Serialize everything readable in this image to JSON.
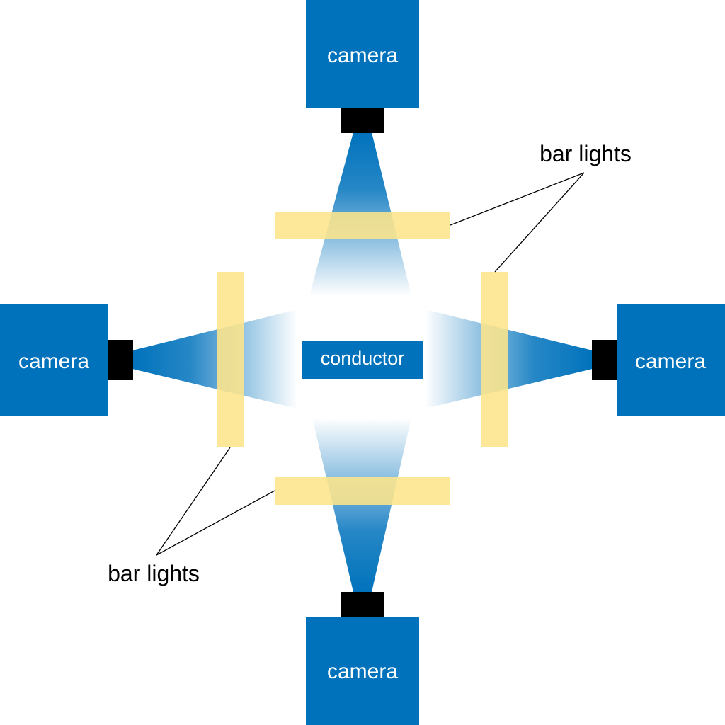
{
  "colors": {
    "camera": "#0072bc",
    "lens": "#000000",
    "bar_light": "#fde58b",
    "conductor": "#0072bc",
    "beam": "#0072bc",
    "leader_line": "#000000"
  },
  "cameras": {
    "top": {
      "label": "camera"
    },
    "left": {
      "label": "camera"
    },
    "right": {
      "label": "camera"
    },
    "bottom": {
      "label": "camera"
    }
  },
  "conductor": {
    "label": "conductor"
  },
  "callouts": {
    "upper_right": {
      "label": "bar lights"
    },
    "lower_left": {
      "label": "bar lights"
    }
  }
}
